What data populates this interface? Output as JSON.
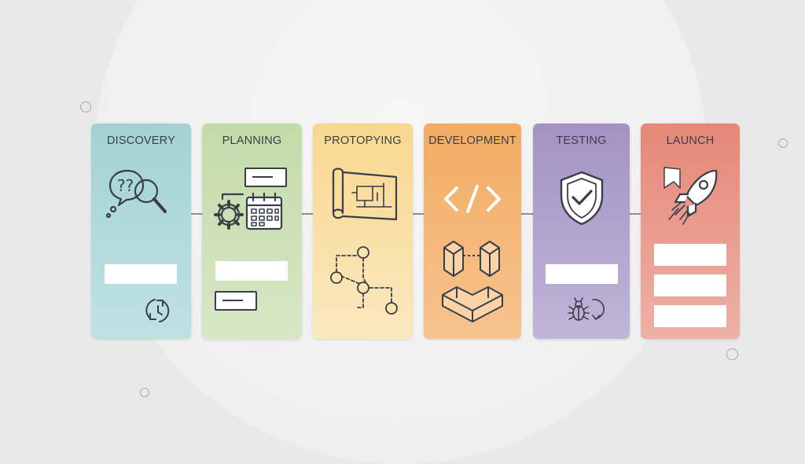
{
  "stages": [
    {
      "title": "DISCOVERY",
      "icons": [
        "question-search-icon",
        "refresh-cycle-icon"
      ]
    },
    {
      "title": "PLANNING",
      "icons": [
        "gear-calendar-icon",
        "note-icon",
        "note-icon"
      ]
    },
    {
      "title": "PROTOPYING",
      "icons": [
        "blueprint-icon",
        "flow-nodes-icon"
      ]
    },
    {
      "title": "DEVELOPMENT",
      "icons": [
        "code-brackets-icon",
        "cubes-icon"
      ]
    },
    {
      "title": "TESTING",
      "icons": [
        "shield-check-icon",
        "bug-icon"
      ]
    },
    {
      "title": "LAUNCH",
      "icons": [
        "rocket-icon"
      ]
    }
  ],
  "colors": {
    "discovery": "#a9d6d6",
    "planning": "#c9dfb4",
    "prototyping": "#f8dca0",
    "development": "#f2b070",
    "testing": "#ab9bc8",
    "launch": "#e8958a"
  }
}
